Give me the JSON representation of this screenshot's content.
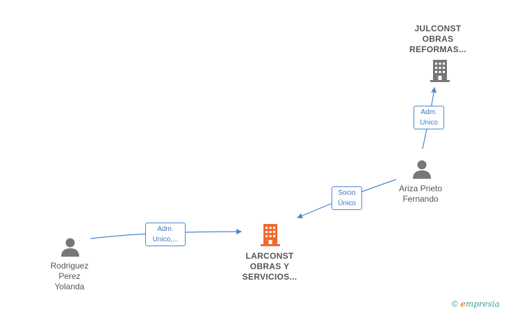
{
  "nodes": {
    "julconst": {
      "label": "JULCONST\nOBRAS\nREFORMAS...",
      "icon": "building-icon",
      "color": "#777777"
    },
    "larconst": {
      "label": "LARCONST\nOBRAS Y\nSERVICIOS...",
      "icon": "building-icon",
      "color": "#f26a2e"
    },
    "ariza": {
      "label": "Ariza Prieto\nFernando",
      "icon": "person-icon",
      "color": "#777777"
    },
    "rodriguez": {
      "label": "Rodriguez\nPerez\nYolanda",
      "icon": "person-icon",
      "color": "#777777"
    }
  },
  "edges": {
    "ariza_to_julconst": "Adm.\nUnico",
    "ariza_to_larconst": "Socio\nÚnico",
    "rodriguez_to_larconst": "Adm.\nUnico,..."
  },
  "footer": {
    "copyright_symbol": "©",
    "brand_first": "e",
    "brand_rest": "mpresia"
  },
  "colors": {
    "edge": "#4a86d4",
    "accent": "#f26a2e"
  }
}
